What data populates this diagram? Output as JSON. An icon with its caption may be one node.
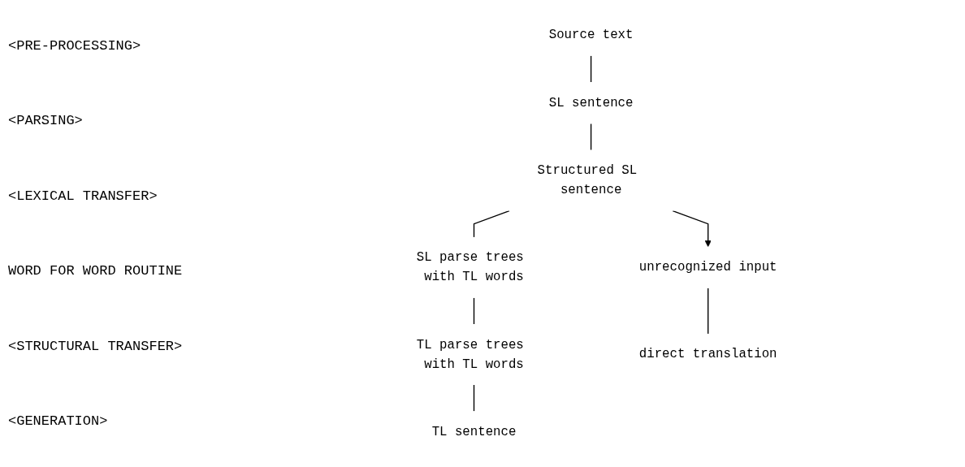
{
  "diagram": {
    "nodes": [
      {
        "text": [
          "Source text"
        ]
      },
      {
        "text": [
          "SL sentence"
        ]
      },
      {
        "text": [
          "Structured SL sentence"
        ]
      },
      {
        "text": [
          "unrecognized input"
        ]
      },
      {
        "text": [
          "SL parse trees with TL words"
        ]
      },
      {
        "text": [
          "TL parse trees with TL words"
        ]
      },
      {
        "text": [
          "TL sentence"
        ]
      },
      {
        "text": [
          "direct translation"
        ]
      }
    ],
    "edges": [
      {
        "from": 0,
        "to": 1,
        "arrow": "none"
      },
      {
        "from": 1,
        "to": 2,
        "arrow": "none"
      },
      {
        "from": 2,
        "to": 3,
        "arrow": "to"
      },
      {
        "from": 2,
        "to": 4,
        "arrow": "none"
      },
      {
        "from": 4,
        "to": 5,
        "arrow": "none"
      },
      {
        "from": 5,
        "to": 6,
        "arrow": "none"
      },
      {
        "from": 3,
        "to": 7,
        "arrow": "none"
      }
    ],
    "labels": [
      "<PRE-PROCESSING>",
      "<PARSING>",
      "<LEXICAL TRANSFER>",
      "WORD FOR WORD ROUTINE",
      "<STRUCTURAL TRANSFER>",
      "<GENERATION>"
    ]
  }
}
